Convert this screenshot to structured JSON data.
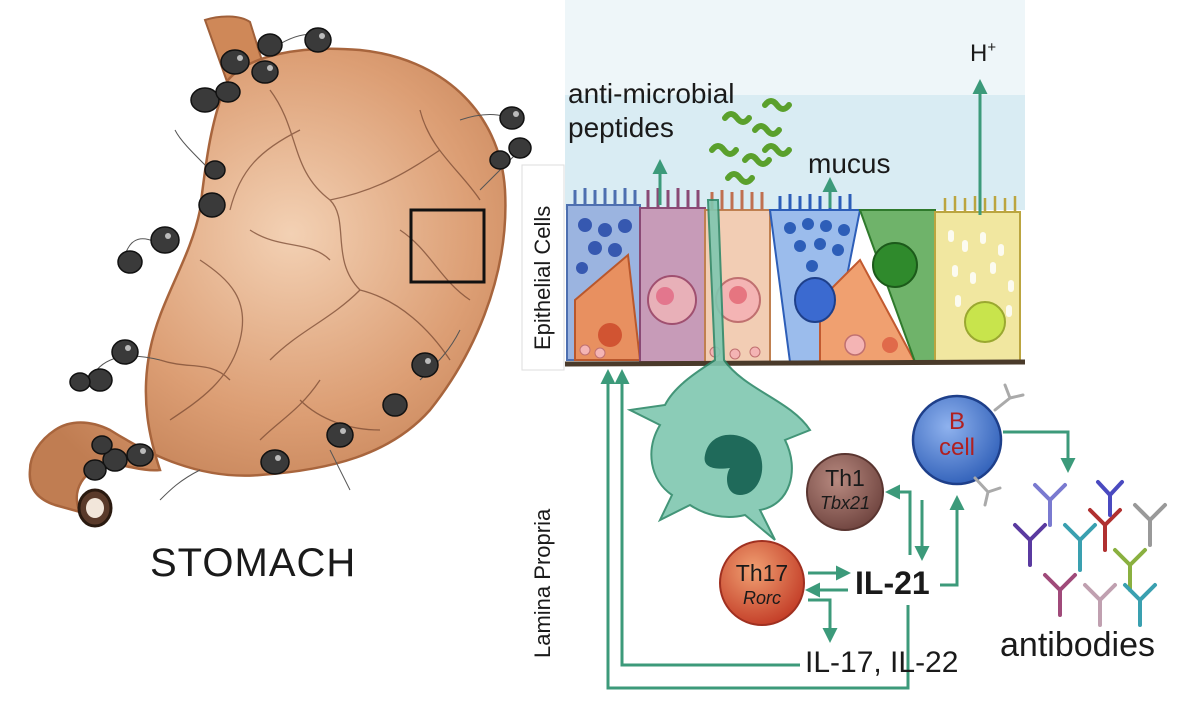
{
  "organ": {
    "name": "STOMACH"
  },
  "regions": {
    "epithelium": "Epithelial Cells",
    "lamina": "Lamina Propria"
  },
  "lumen": {
    "amp": "anti-microbial",
    "amp2": "peptides",
    "mucus": "mucus",
    "proton": "H",
    "proton_sup": "+"
  },
  "cells": {
    "th1": {
      "name": "Th1",
      "gene": "Tbx21"
    },
    "th17": {
      "name": "Th17",
      "gene": "Rorc"
    },
    "bcell": {
      "line1": "B",
      "line2": "cell"
    }
  },
  "cytokines": {
    "il21": "IL-21",
    "il17_22": "IL-17, IL-22",
    "antibodies": "antibodies"
  },
  "colors": {
    "arrow": "#3c9a7a",
    "stomach": "#d9956a",
    "bcell": "#4b7fd0",
    "th1": "#8a5a55",
    "th17": "#d9533a"
  }
}
